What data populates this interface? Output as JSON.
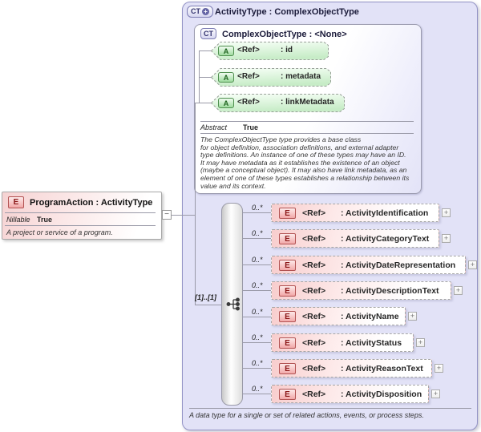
{
  "program_action": {
    "badge": "E",
    "title": "ProgramAction : ActivityType",
    "nillable_label": "Nillable",
    "nillable_value": "True",
    "description": "A project or service of a program."
  },
  "activity_type": {
    "badge": "CT",
    "title": "ActivityType : ComplexObjectType",
    "footer_description": "A data type for a single or set of related actions, events, or process steps.",
    "collapse_symbol": "−",
    "expand_symbol": "+",
    "plus_icon": "+",
    "base_type": {
      "badge": "CT",
      "title": "ComplexObjectType : <None>",
      "abstract_label": "Abstract",
      "abstract_value": "True",
      "description": "The ComplexObjectType type provides a base class\nfor object definition, association definitions, and external adapter\ntype definitions. An instance of one of these types may have an ID.\nIt may have metadata as it establishes the existence of an object\n(maybe a conceptual object). It may also have link metadata, as an\nelement of one of these types establishes a relationship between its\nvalue and its context.",
      "attributes": [
        {
          "badge": "A",
          "ref": "<Ref>",
          "name": ": id"
        },
        {
          "badge": "A",
          "ref": "<Ref>",
          "name": ": metadata"
        },
        {
          "badge": "A",
          "ref": "<Ref>",
          "name": ": linkMetadata"
        }
      ]
    },
    "sequence": {
      "cardinality": "[1]..[1]"
    },
    "elements": [
      {
        "badge": "E",
        "cardinality": "0..*",
        "ref": "<Ref>",
        "name": ": ActivityIdentification"
      },
      {
        "badge": "E",
        "cardinality": "0..*",
        "ref": "<Ref>",
        "name": ": ActivityCategoryText"
      },
      {
        "badge": "E",
        "cardinality": "0..*",
        "ref": "<Ref>",
        "name": ": ActivityDateRepresentation"
      },
      {
        "badge": "E",
        "cardinality": "0..*",
        "ref": "<Ref>",
        "name": ": ActivityDescriptionText"
      },
      {
        "badge": "E",
        "cardinality": "0..*",
        "ref": "<Ref>",
        "name": ": ActivityName"
      },
      {
        "badge": "E",
        "cardinality": "0..*",
        "ref": "<Ref>",
        "name": ": ActivityStatus"
      },
      {
        "badge": "E",
        "cardinality": "0..*",
        "ref": "<Ref>",
        "name": ": ActivityReasonText"
      },
      {
        "badge": "E",
        "cardinality": "0..*",
        "ref": "<Ref>",
        "name": ": ActivityDisposition"
      }
    ],
    "colors": {
      "panel_lavender": "#e2e2f7",
      "element_pink": "#f8cdcd",
      "attribute_green": "#c7ecc7",
      "badge_red": "#b25252",
      "badge_green": "#4e8f4e",
      "badge_purple": "#7d7db4"
    }
  }
}
